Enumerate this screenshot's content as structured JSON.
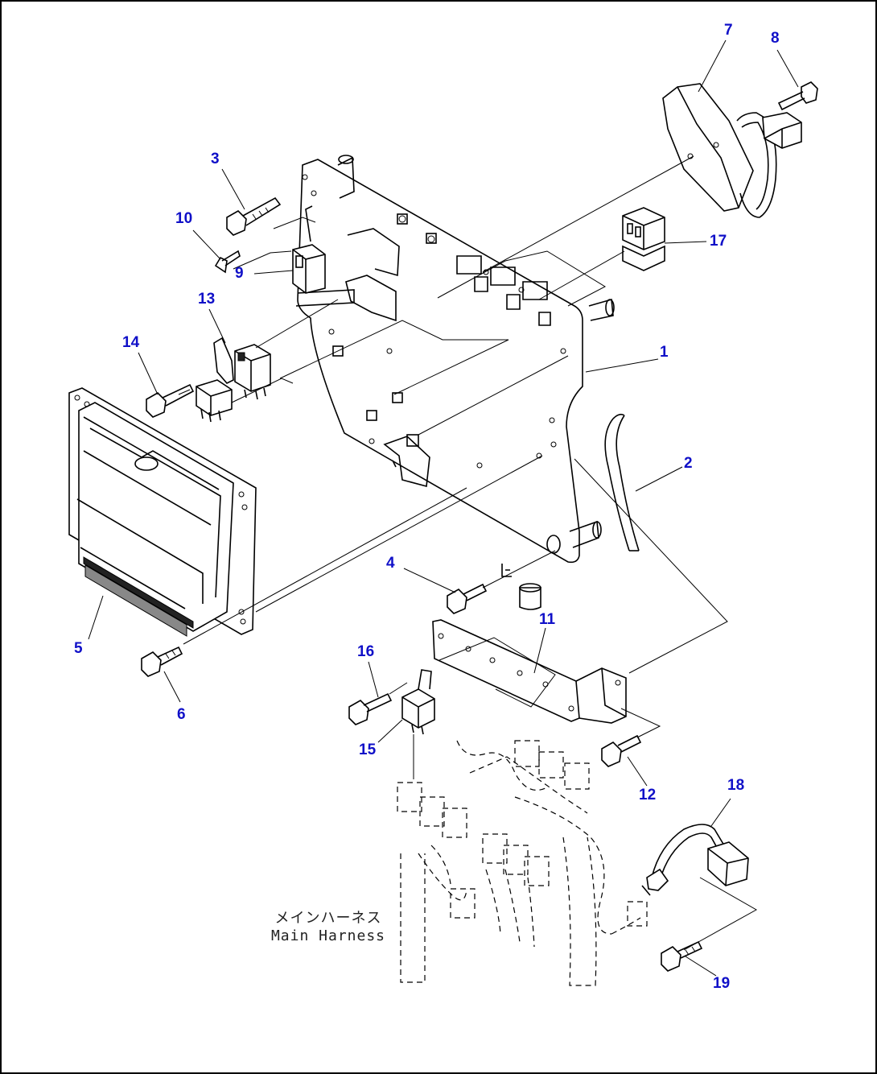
{
  "callouts": [
    {
      "id": "1",
      "label": "1"
    },
    {
      "id": "2",
      "label": "2"
    },
    {
      "id": "3",
      "label": "3"
    },
    {
      "id": "4",
      "label": "4"
    },
    {
      "id": "5",
      "label": "5"
    },
    {
      "id": "6",
      "label": "6"
    },
    {
      "id": "7",
      "label": "7"
    },
    {
      "id": "8",
      "label": "8"
    },
    {
      "id": "9",
      "label": "9"
    },
    {
      "id": "10",
      "label": "10"
    },
    {
      "id": "11",
      "label": "11"
    },
    {
      "id": "12",
      "label": "12"
    },
    {
      "id": "13",
      "label": "13"
    },
    {
      "id": "14",
      "label": "14"
    },
    {
      "id": "15",
      "label": "15"
    },
    {
      "id": "16",
      "label": "16"
    },
    {
      "id": "17",
      "label": "17"
    },
    {
      "id": "18",
      "label": "18"
    },
    {
      "id": "19",
      "label": "19"
    }
  ],
  "harness": {
    "label_jp": "メインハーネス",
    "label_en": "Main Harness"
  },
  "colors": {
    "callout": "#1010c8",
    "line": "#000000",
    "background": "#ffffff"
  }
}
